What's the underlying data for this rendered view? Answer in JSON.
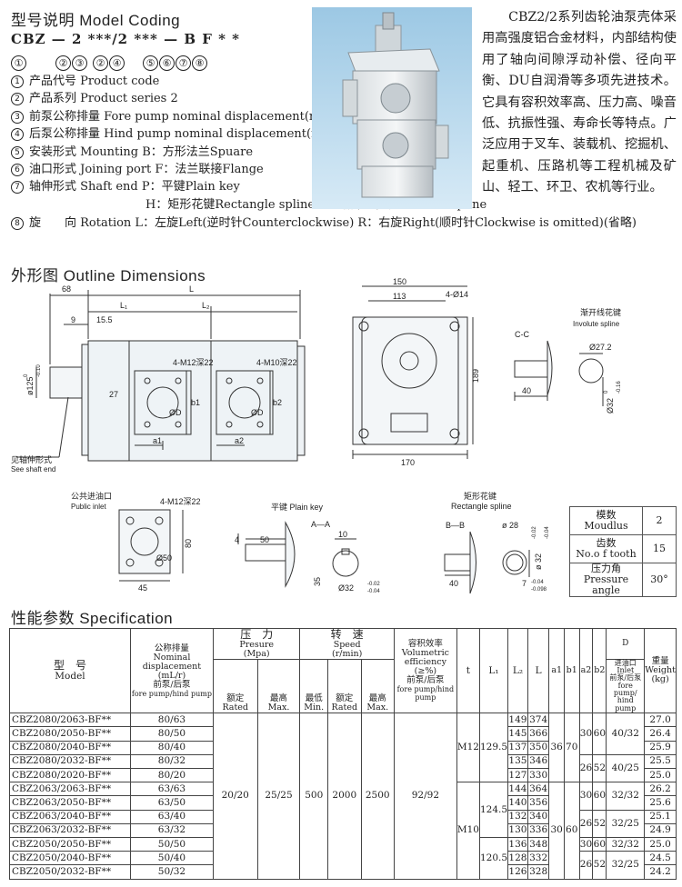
{
  "coding": {
    "title": "型号说明  Model Coding",
    "code_line": "CBZ — 2 ***/2 *** — B F * *",
    "code_nums": [
      "①",
      "②",
      "③",
      "②",
      "④",
      "⑤",
      "⑥",
      "⑦",
      "⑧"
    ],
    "items": [
      {
        "n": "1",
        "text": "产品代号 Product code"
      },
      {
        "n": "2",
        "text": "产品系列 Product series 2"
      },
      {
        "n": "3",
        "text": "前泵公称排量 Fore pump nominal displacement(mL/r)"
      },
      {
        "n": "4",
        "text": "后泵公称排量 Hind pump nominal displacement(mL/r)"
      },
      {
        "n": "5",
        "text": "安装形式 Mounting B：方形法兰Spuare"
      },
      {
        "n": "6",
        "text": "油口形式 Joining port F：法兰联接Flange"
      },
      {
        "n": "7",
        "text": "轴伸形式 Shaft end P：平键Plain key"
      }
    ],
    "item7_extra": "H：矩形花键Rectangle spline  X：渐开线花键Involute spline",
    "item8": {
      "n": "8",
      "text": "旋　　向 Rotation L：左旋Left(逆时针Counterclockwise)  R：右旋Right(顺时针Clockwise is omitted)(省略)"
    }
  },
  "description": "　　CBZ2/2系列齿轮油泵壳体采用高强度铝合金材料，内部结构使用了轴向间隙浮动补偿、径向平衡、DU自润滑等多项先进技术。它具有容积效率高、压力高、噪音低、抗振性强、寿命长等特点。广泛应用于叉车、装载机、挖掘机、起重机、压路机等工程机械及矿山、轻工、环卫、农机等行业。",
  "outline": {
    "title": "外形图  Outline Dimensions",
    "labels": {
      "d68": "68",
      "L": "L",
      "L1": "L₁",
      "L2": "L₂",
      "d9": "9",
      "d15_5": "15.5",
      "port1": "4-M12深22",
      "port2": "4-M10深22",
      "d27": "27",
      "b1": "b1",
      "b2": "b2",
      "od1": "ØD",
      "od2": "ØD",
      "a1": "a1",
      "a2": "a2",
      "dia125": "ø125",
      "tol125a": "0",
      "tol125b": "-0.10",
      "shaft_cn": "见轴伸形式",
      "shaft_en": "See shaft end",
      "sq150": "150",
      "sq113": "113",
      "holes": "4-Ø14",
      "d189": "189",
      "d170": "170",
      "involute_cn": "渐开线花键",
      "involute_en": "Involute spline",
      "cc": "C-C",
      "d27_2": "Ø27.2",
      "d40": "40",
      "dia32": "Ø32",
      "tol32a": "0",
      "tol32b": "-0.16"
    }
  },
  "public_inlet": {
    "cn": "公共进油口",
    "en": "Public inlet",
    "port": "4-M12深22",
    "d50": "Ø50",
    "d80": "80",
    "d45": "45"
  },
  "plain_key": {
    "title": "平键   Plain key",
    "aa": "A—A",
    "d4": "4",
    "d50": "50",
    "d10": "10",
    "d35": "35",
    "dia32": "Ø32",
    "tola": "-0.02",
    "tolb": "-0.04"
  },
  "rect_spline": {
    "cn": "矩形花键",
    "en": "Rectangle spline",
    "bb": "B—B",
    "d28": "ø 28",
    "dia32": "ø 32",
    "tol32a": "-0.02",
    "tol32b": "-0.04",
    "d40": "40",
    "d7": "7",
    "tol7a": "-0.04",
    "tol7b": "-0.098"
  },
  "spline_table": [
    {
      "cn": "模数",
      "en": "Moudlus",
      "value": "2"
    },
    {
      "cn": "齿数",
      "en": "No.o f tooth",
      "value": "15"
    },
    {
      "cn": "压力角",
      "en": "Pressure angle",
      "value": "30°"
    }
  ],
  "spec": {
    "title": "性能参数  Specification",
    "headers": {
      "model_cn": "型　号",
      "model_en": "Model",
      "disp_cn": "公称排量",
      "disp_en1": "Nominal",
      "disp_en2": "displacement",
      "disp_unit": "(mL/r)",
      "disp_sub": "前泵/后泵",
      "disp_sub_en": "fore pump/hind pump",
      "pres_cn": "压　力",
      "pres_en": "Presure",
      "pres_unit": "(Mpa)",
      "speed_cn": "转　速",
      "speed_en": "Speed",
      "speed_unit": "(r/min)",
      "eff_cn": "容积效率",
      "eff_en1": "Volumetric",
      "eff_en2": "efficiency",
      "eff_unit": "(≥%)",
      "eff_sub": "前泵/后泵",
      "eff_sub_en": "fore pump/hind pump",
      "t": "t",
      "L1": "L₁",
      "L2": "L₂",
      "L": "L",
      "a1": "a1",
      "b1": "b1",
      "a2": "a2",
      "b2": "b2",
      "D": "D",
      "D_cn": "进油口",
      "D_en1": "Inlet",
      "D_en2": "前泵/后泵",
      "D_en3": "fore pump/",
      "D_en4": "hind pump",
      "w_cn": "重量",
      "w_en": "Weight",
      "w_unit": "(kg)",
      "rated_cn": "额定",
      "rated_en": "Rated",
      "max_cn": "最高",
      "max_en": "Max.",
      "min_cn": "最低",
      "min_en": "Min."
    },
    "merged": {
      "pres_rated": "20/20",
      "pres_max": "25/25",
      "sp_min": "500",
      "sp_rated": "2000",
      "sp_max": "2500",
      "eff": "92/92",
      "t1": "M12",
      "t2": "M10",
      "L1a": "129.5",
      "L1b": "124.5",
      "L1c": "120.5",
      "a1a": "36",
      "b1a": "70",
      "a1b": "30",
      "b1b": "60",
      "g1a": "30",
      "g1b": "60",
      "g1D": "40/32",
      "g2a": "26",
      "g2b": "52",
      "g2D": "40/25",
      "g3a": "30",
      "g3b": "60",
      "g3D": "32/32",
      "g4a": "26",
      "g4b": "52",
      "g4D": "32/25",
      "g5a": "30",
      "g5b": "60",
      "g5D": "32/32",
      "g6a": "26",
      "g6b": "52",
      "g6D": "32/25"
    },
    "rows": [
      {
        "model": "CBZ2080/2063-BF**",
        "disp": "80/63",
        "L2": "149",
        "L": "374",
        "w": "27.0"
      },
      {
        "model": "CBZ2080/2050-BF**",
        "disp": "80/50",
        "L2": "145",
        "L": "366",
        "w": "26.4"
      },
      {
        "model": "CBZ2080/2040-BF**",
        "disp": "80/40",
        "L2": "137",
        "L": "350",
        "w": "25.9"
      },
      {
        "model": "CBZ2080/2032-BF**",
        "disp": "80/32",
        "L2": "135",
        "L": "346",
        "w": "25.5"
      },
      {
        "model": "CBZ2080/2020-BF**",
        "disp": "80/20",
        "L2": "127",
        "L": "330",
        "w": "25.0"
      },
      {
        "model": "CBZ2063/2063-BF**",
        "disp": "63/63",
        "L2": "144",
        "L": "364",
        "w": "26.2"
      },
      {
        "model": "CBZ2063/2050-BF**",
        "disp": "63/50",
        "L2": "140",
        "L": "356",
        "w": "25.6"
      },
      {
        "model": "CBZ2063/2040-BF**",
        "disp": "63/40",
        "L2": "132",
        "L": "340",
        "w": "25.1"
      },
      {
        "model": "CBZ2063/2032-BF**",
        "disp": "63/32",
        "L2": "130",
        "L": "336",
        "w": "24.9"
      },
      {
        "model": "CBZ2050/2050-BF**",
        "disp": "50/50",
        "L2": "136",
        "L": "348",
        "w": "25.0"
      },
      {
        "model": "CBZ2050/2040-BF**",
        "disp": "50/40",
        "L2": "128",
        "L": "332",
        "w": "24.5"
      },
      {
        "model": "CBZ2050/2032-BF**",
        "disp": "50/32",
        "L2": "126",
        "L": "328",
        "w": "24.2"
      }
    ]
  }
}
